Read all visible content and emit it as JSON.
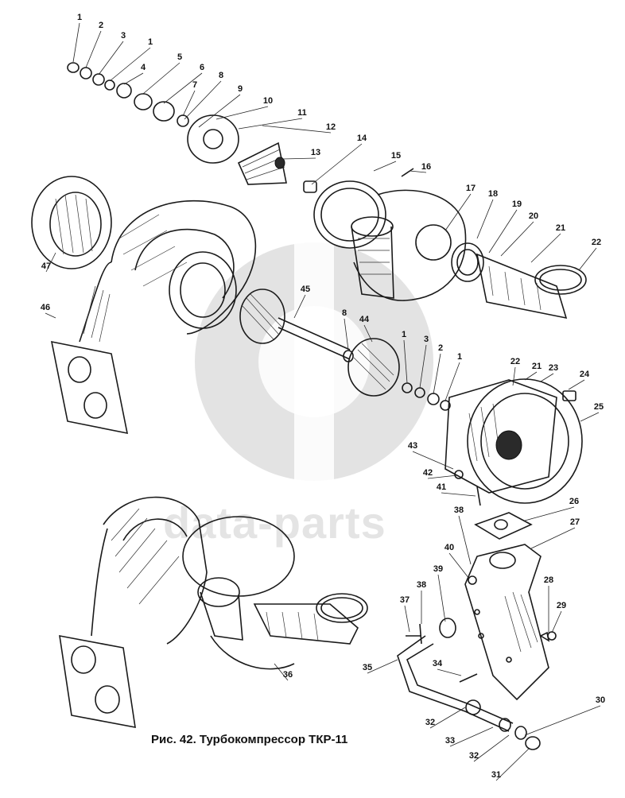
{
  "caption": "Рис. 42. Турбокомпрессор ТКР-11",
  "watermark": {
    "text": "data-parts"
  },
  "callouts": [
    "1",
    "2",
    "3",
    "1",
    "4",
    "5",
    "6",
    "7",
    "8",
    "9",
    "10",
    "11",
    "12",
    "13",
    "14",
    "15",
    "16",
    "17",
    "18",
    "19",
    "20",
    "21",
    "22",
    "47",
    "46",
    "45",
    "8",
    "44",
    "1",
    "3",
    "2",
    "1",
    "22",
    "21",
    "23",
    "24",
    "25",
    "43",
    "42",
    "41",
    "38",
    "26",
    "27",
    "40",
    "39",
    "28",
    "29",
    "37",
    "38",
    "34",
    "35",
    "36",
    "30",
    "32",
    "33",
    "32",
    "31"
  ]
}
